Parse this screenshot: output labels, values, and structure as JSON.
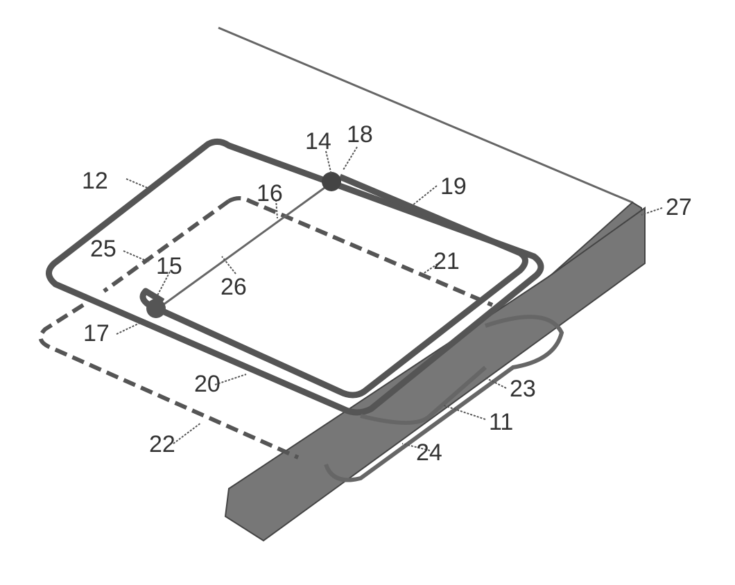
{
  "figure": {
    "labels": {
      "l12": "12",
      "l14": "14",
      "l18": "18",
      "l19": "19",
      "l27": "27",
      "l16": "16",
      "l25": "25",
      "l15": "15",
      "l26": "26",
      "l21": "21",
      "l17": "17",
      "l20": "20",
      "l23": "23",
      "l11": "11",
      "l22": "22",
      "l24": "24"
    }
  }
}
